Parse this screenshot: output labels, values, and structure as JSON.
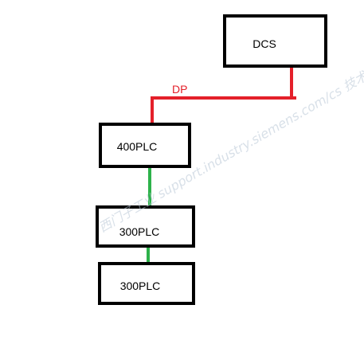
{
  "nodes": {
    "dcs": {
      "label": "DCS"
    },
    "plc400": {
      "label": "400PLC"
    },
    "plc300_upper": {
      "label": "300PLC"
    },
    "plc300_lower": {
      "label": "300PLC"
    }
  },
  "links": {
    "dcs_to_400": {
      "label": "DP",
      "color": "#e4202a"
    },
    "plc400_to_300": {
      "color": "#2db24a"
    },
    "plc300_to_300": {
      "color": "#2db24a"
    }
  },
  "colors": {
    "box_border": "#000000",
    "background": "#ffffff",
    "watermark": "#b9c7d6"
  },
  "watermark": {
    "text": "西门子工业 support.industry.siemens.com/cs 技术论坛"
  }
}
